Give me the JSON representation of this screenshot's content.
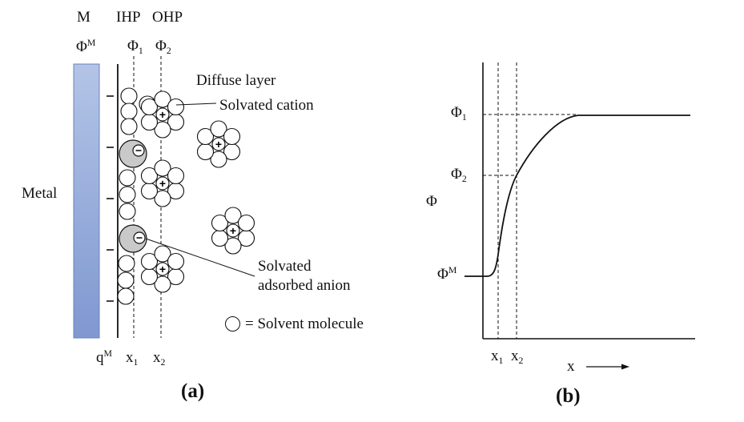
{
  "panel_a": {
    "header_m": "M",
    "header_phi_m": "Φ",
    "header_phi_m_sup": "M",
    "header_ihp": "IHP",
    "header_ohp": "OHP",
    "header_phi1": "Φ",
    "header_phi1_sub": "1",
    "header_phi2": "Φ",
    "header_phi2_sub": "2",
    "metal_label": "Metal",
    "diffuse_label": "Diffuse layer",
    "cation_label": "Solvated cation",
    "anion_label_line1": "Solvated",
    "anion_label_line2": "adsorbed anion",
    "legend_text": "= Solvent molecule",
    "qm_base": "q",
    "qm_sup": "M",
    "x1_base": "x",
    "x1_sub": "1",
    "x2_base": "x",
    "x2_sub": "2",
    "caption": "(a)",
    "metal_colors": [
      "#b3c4e6",
      "#7f98d0"
    ]
  },
  "panel_b": {
    "caption": "(b)",
    "y_axis_label": "Φ",
    "x_axis_label": "x",
    "phi1_base": "Φ",
    "phi1_sub": "1",
    "phi2_base": "Φ",
    "phi2_sub": "2",
    "phim_base": "Φ",
    "phim_sup": "M",
    "x1_base": "x",
    "x1_sub": "1",
    "x2_base": "x",
    "x2_sub": "2"
  },
  "symbols": {
    "plus": "+",
    "minus": "−"
  }
}
